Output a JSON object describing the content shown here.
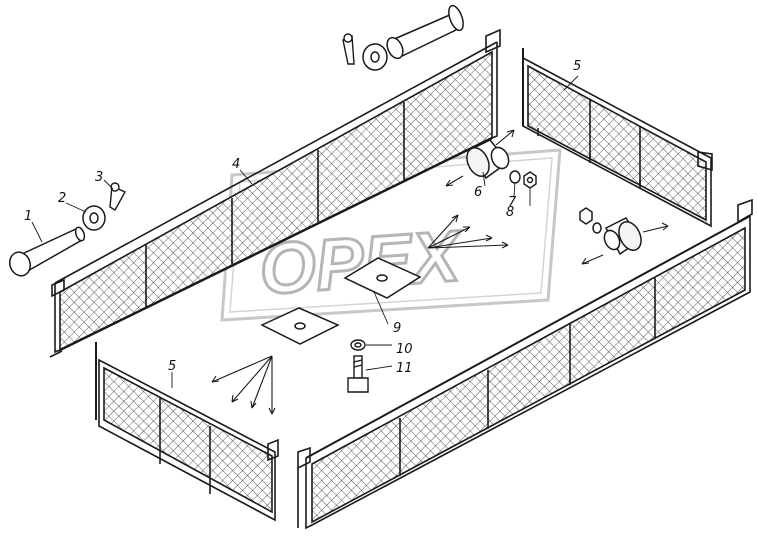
{
  "figure": {
    "watermark": "OPEX",
    "colors": {
      "line": "#1a1a1a",
      "watermark": "#c8c8c8",
      "background": "#ffffff"
    },
    "callouts": [
      {
        "id": "c1",
        "text": "1"
      },
      {
        "id": "c2",
        "text": "2"
      },
      {
        "id": "c3",
        "text": "3"
      },
      {
        "id": "c4",
        "text": "4"
      },
      {
        "id": "c5a",
        "text": "5"
      },
      {
        "id": "c5b",
        "text": "5"
      },
      {
        "id": "c6",
        "text": "6"
      },
      {
        "id": "c7",
        "text": "7"
      },
      {
        "id": "c8",
        "text": "8"
      },
      {
        "id": "c9",
        "text": "9"
      },
      {
        "id": "c10",
        "text": "10"
      },
      {
        "id": "c11",
        "text": "11"
      }
    ]
  }
}
